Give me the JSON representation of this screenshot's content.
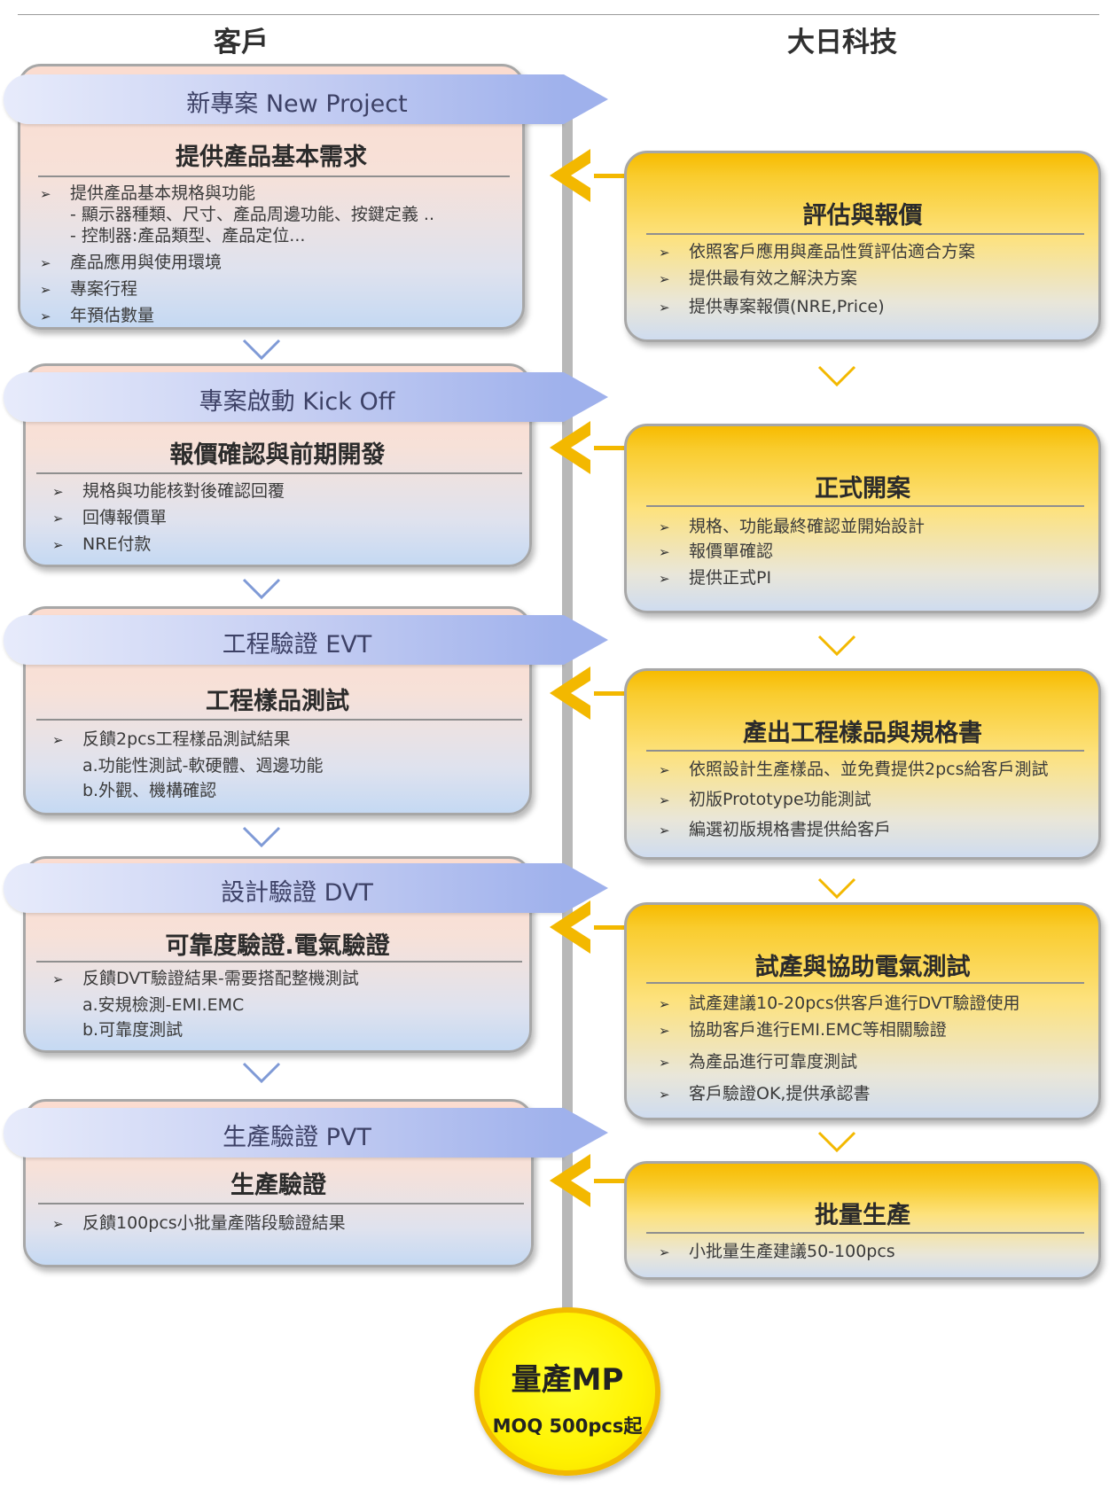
{
  "columns": {
    "left": "客戶",
    "right": "大日科技"
  },
  "stages": [
    {
      "banner": "新專案 New Project",
      "customer": {
        "title": "提供產品基本需求",
        "items": [
          "提供產品基本規格與功能",
          "產品應用與使用環境",
          "專案行程",
          "年預估數量"
        ],
        "subs": [
          "- 顯示器種類、尺寸、產品周邊功能、按鍵定義 ..",
          "- 控制器:產品類型、產品定位..."
        ]
      },
      "vendor": {
        "title": "評估與報價",
        "items": [
          "依照客戶應用與產品性質評估適合方案",
          "提供最有效之解決方案",
          "提供專案報價(NRE,Price)"
        ]
      }
    },
    {
      "banner": "專案啟動 Kick Off",
      "customer": {
        "title": "報價確認與前期開發",
        "items": [
          "規格與功能核對後確認回覆",
          "回傳報價單",
          "NRE付款"
        ]
      },
      "vendor": {
        "title": "正式開案",
        "items": [
          "規格、功能最終確認並開始設計",
          "報價單確認",
          "提供正式PI"
        ]
      }
    },
    {
      "banner": "工程驗證 EVT",
      "customer": {
        "title": "工程樣品測試",
        "items": [
          "反饋2pcs工程樣品測試結果"
        ],
        "subs": [
          "a.功能性測試-軟硬體、週邊功能",
          "b.外觀、機構確認"
        ]
      },
      "vendor": {
        "title": "產出工程樣品與規格書",
        "items": [
          "依照設計生產樣品、並免費提供2pcs給客戶測試",
          "初版Prototype功能測試",
          "編選初版規格書提供給客戶"
        ]
      }
    },
    {
      "banner": "設計驗證 DVT",
      "customer": {
        "title": "可靠度驗證.電氣驗證",
        "items": [
          "反饋DVT驗證結果-需要搭配整機測試"
        ],
        "subs": [
          "a.安規檢測-EMI.EMC",
          "b.可靠度測試"
        ]
      },
      "vendor": {
        "title": "試產與協助電氣測試",
        "items": [
          "試產建議10-20pcs供客戶進行DVT驗證使用",
          "協助客戶進行EMI.EMC等相關驗證",
          "為產品進行可靠度測試",
          "客戶驗證OK,提供承認書"
        ]
      }
    },
    {
      "banner": "生產驗證 PVT",
      "customer": {
        "title": "生產驗證",
        "items": [
          "反饋100pcs小批量產階段驗證結果"
        ]
      },
      "vendor": {
        "title": "批量生產",
        "items": [
          "小批量生產建議50-100pcs"
        ]
      }
    }
  ],
  "final": {
    "title": "量產MP",
    "subtitle": "MOQ 500pcs起"
  },
  "colors": {
    "accent": "#f3b800",
    "banner": "#9fb1ec",
    "spine": "#b8b8b8"
  },
  "icons": {
    "bullet": "arrowhead-bullet-icon",
    "chevron": "chevron-down-icon"
  }
}
